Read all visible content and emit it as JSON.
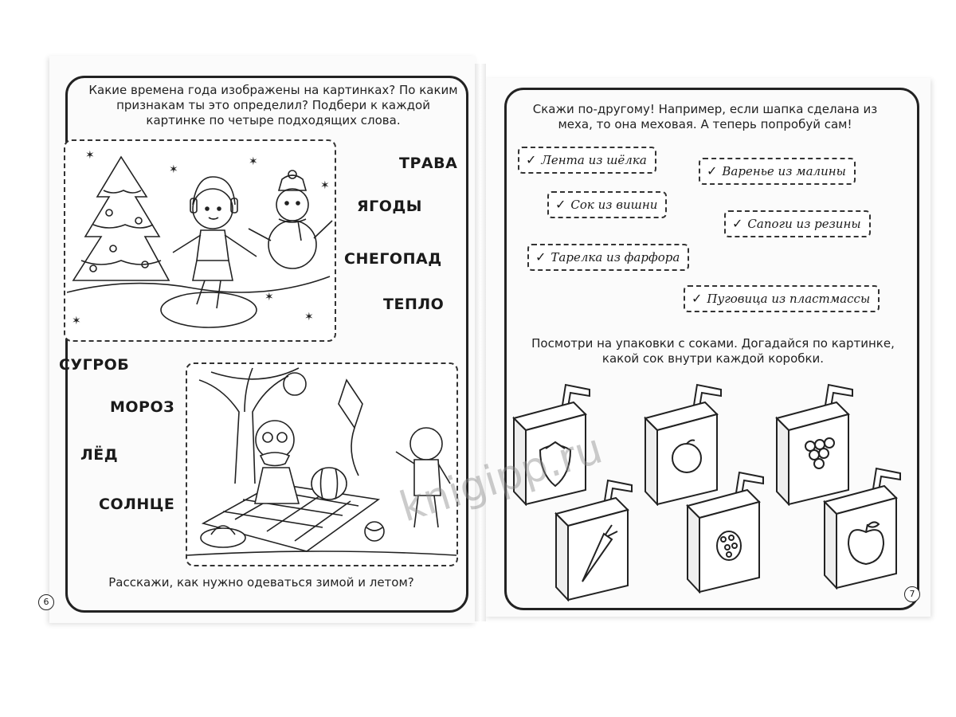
{
  "left_page": {
    "task1": "Какие времена года изображены на картинках? По каким признакам ты это определил? Подбери к каждой картинке по четыре подходящих слова.",
    "winter_words": [
      "ТРАВА",
      "ЯГОДЫ",
      "СНЕГОПАД",
      "ТЕПЛО"
    ],
    "summer_words": [
      "СУГРОБ",
      "МОРОЗ",
      "ЛЁД",
      "СОЛНЦЕ"
    ],
    "task2": "Расскажи, как нужно одеваться зимой и летом?",
    "page_number": "6"
  },
  "right_page": {
    "task1": "Скажи по-другому! Например, если шапка сделана из меха, то она меховая. А теперь попробуй сам!",
    "phrases": [
      "Лента из шёлка",
      "Варенье из малины",
      "Сок из вишни",
      "Сапоги из резины",
      "Тарелка из фарфора",
      "Пуговица из пластмассы"
    ],
    "check_mark": "✓",
    "task2": "Посмотри на упаковки с соками. Догадайся по картинке, какой сок внутри каждой коробки.",
    "juice_boxes": [
      "strawberry-icon",
      "orange-icon",
      "grapes-icon",
      "carrot-icon",
      "raspberry-icon",
      "apple-icon"
    ],
    "page_number": "7"
  },
  "watermark": "knigipp.ru"
}
